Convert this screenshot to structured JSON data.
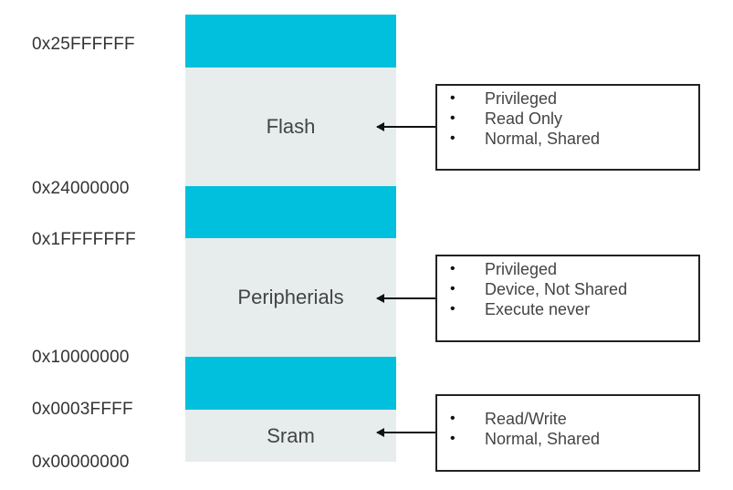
{
  "addresses": [
    "0x25FFFFFF",
    "0x24000000",
    "0x1FFFFFFF",
    "0x10000000",
    "0x0003FFFF",
    "0x00000000"
  ],
  "regions": [
    {
      "name": "Flash",
      "attributes": [
        "Privileged",
        "Read Only",
        "Normal, Shared"
      ]
    },
    {
      "name": "Peripherials",
      "attributes": [
        "Privileged",
        "Device, Not Shared",
        "Execute never"
      ]
    },
    {
      "name": "Sram",
      "attributes": [
        "Read/Write",
        "Normal, Shared"
      ]
    }
  ],
  "colors": {
    "reserved": "#00c0dd",
    "region": "#e7ecec"
  }
}
